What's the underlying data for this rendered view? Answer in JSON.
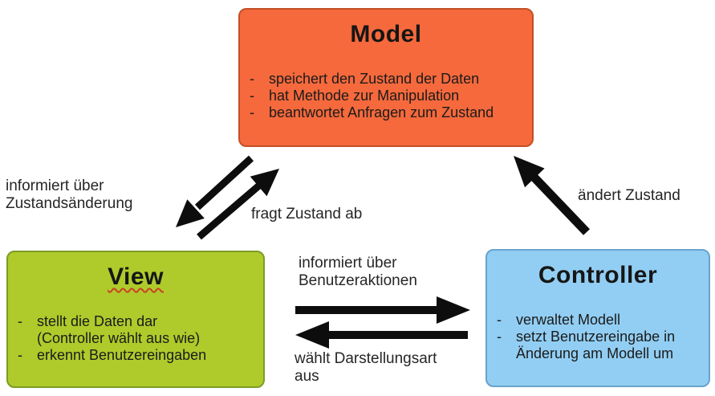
{
  "meta": {
    "bullet_char": "-"
  },
  "colors": {
    "model_fill": "#f5693c",
    "model_border": "#c44f28",
    "view_fill": "#aecb2b",
    "view_border": "#7e9b25",
    "controller_fill": "#92cef3",
    "controller_border": "#68a3cc",
    "arrow": "#0d0d0d",
    "squiggle_underline": "#cc4125",
    "background": "#ffffff"
  },
  "boxes": {
    "model": {
      "title": "Model",
      "bullets": [
        [
          "speichert den Zustand der Daten"
        ],
        [
          "hat Methode zur Manipulation"
        ],
        [
          "beantwortet Anfragen zum Zustand"
        ]
      ]
    },
    "view": {
      "title": "View",
      "bullets": [
        [
          "stellt die Daten dar",
          "(Controller wählt aus wie)"
        ],
        [
          "erkennt Benutzereingaben"
        ]
      ]
    },
    "controller": {
      "title": "Controller",
      "bullets": [
        [
          "verwaltet Modell"
        ],
        [
          "setzt Benutzereingabe in",
          "Änderung am Modell um"
        ]
      ]
    }
  },
  "labels": {
    "model_to_view": {
      "line1": "informiert über",
      "line2": "Zustandsänderung"
    },
    "view_to_model": {
      "line1": "fragt Zustand ab"
    },
    "controller_to_model": {
      "line1": "ändert Zustand"
    },
    "view_to_controller": {
      "line1": "informiert über",
      "line2": "Benutzeraktionen"
    },
    "controller_to_view": {
      "line1": "wählt Darstellungsart",
      "line2": "aus"
    }
  },
  "arrows": [
    {
      "from": "Model",
      "to": "View",
      "label": "informiert über Zustandsänderung"
    },
    {
      "from": "View",
      "to": "Model",
      "label": "fragt Zustand ab"
    },
    {
      "from": "Controller",
      "to": "Model",
      "label": "ändert Zustand"
    },
    {
      "from": "View",
      "to": "Controller",
      "label": "informiert über Benutzeraktionen"
    },
    {
      "from": "Controller",
      "to": "View",
      "label": "wählt Darstellungsart aus"
    }
  ]
}
